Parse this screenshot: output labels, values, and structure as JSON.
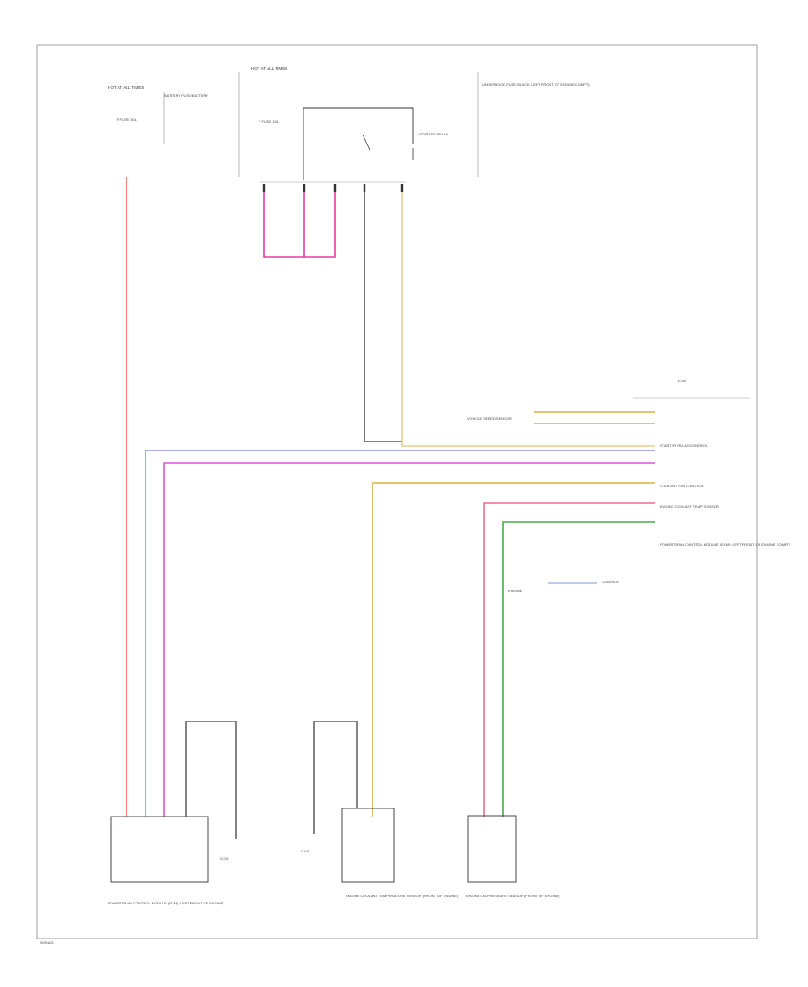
{
  "colors": {
    "red": "#ef5b5b",
    "pink": "#e83aa0",
    "gray": "#555555",
    "tan": "#e8cf8c",
    "blue": "#8899dd",
    "violet": "#d65ad6",
    "yellow": "#d4b23a",
    "green": "#4aa84a",
    "lightblue": "#7799dd"
  },
  "labels": {
    "hot_at_left": "HOT AT ALL TIMES",
    "battery_fuse": "BATTERY FUSE/BATTERY",
    "fuse_left": "F FUSE 40A",
    "hot_at_top": "HOT AT ALL TIMES",
    "underhood_fuse": "UNDERHOOD FUSE BLOCK (LEFT FRONT OF ENGINE COMPT)",
    "fuse_top": "F FUSE 15A",
    "relay_label": "STARTER RELAY",
    "ecm_title": "ECM",
    "ecm_note": "POWERTRAIN CONTROL MODULE (ECM) (LEFT FRONT OF ENGINE COMPT)",
    "pin_ref": "ENGINE",
    "control": "CONTROL",
    "sensor_note": "ENGINE COOLANT TEMP SENSOR",
    "starter_relay_row": "STARTER RELAY CONTROL",
    "vss_label": "VEHICLE SPEED SENSOR",
    "bottom_left_module": "POWERTRAIN CONTROL MODULE (ECM) (LEFT FRONT OF ENGINE)",
    "bottom_mid_module": "ENGINE COOLANT TEMPERATURE SENSOR (FRONT OF ENGINE)",
    "bottom_right_module": "ENGINE OIL PRESSURE SENSOR (FRONT OF ENGINE)",
    "ground": "G101",
    "coolant_fan": "COOLANT FAN CONTROL",
    "page_code": "W/DIAG"
  }
}
